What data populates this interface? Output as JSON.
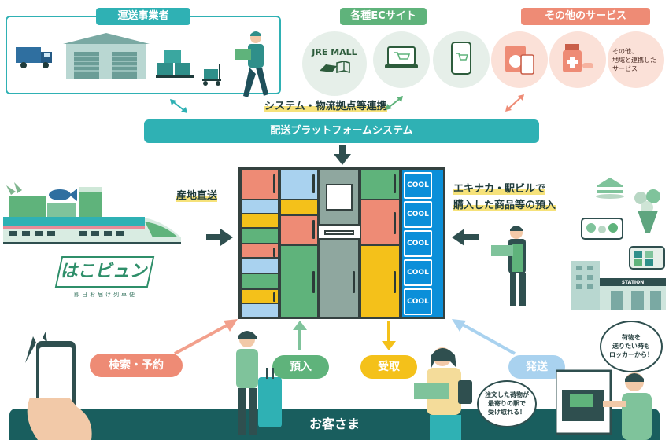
{
  "top": {
    "transport": {
      "title": "運送事業者"
    },
    "ec": {
      "title": "各種ECサイト",
      "jre_mall": "JRE MALL"
    },
    "other": {
      "title": "その他のサービス",
      "desc_line1": "その他、",
      "desc_line2": "地域と連携した",
      "desc_line3": "サービス"
    }
  },
  "linkage_label": "システム・物流拠点等連携",
  "platform": {
    "label": "配送プラットフォームシステム"
  },
  "left": {
    "direct_label": "産地直送",
    "hakobyun_logo": "はこビュン",
    "hakobyun_sub": "即日お届け列車便"
  },
  "right": {
    "ekinaka_line1": "エキナカ・駅ビルで",
    "ekinaka_line2": "購入した商品等の預入",
    "station_sign": "STATION"
  },
  "locker": {
    "cool_label": "COOL"
  },
  "actions": {
    "search": "検索・予約",
    "deposit": "預入",
    "receive": "受取",
    "send": "発送"
  },
  "bubbles": {
    "receive_line1": "注文した荷物が",
    "receive_line2": "最寄りの駅で",
    "receive_line3": "受け取れる！",
    "send_line1": "荷物を",
    "send_line2": "送りたい時も",
    "send_line3": "ロッカーから！"
  },
  "customer": {
    "label": "お客さま"
  },
  "colors": {
    "teal": "#2fb1b4",
    "teal_dark": "#195e5e",
    "green": "#5fb37b",
    "salmon": "#ee8b75",
    "blue_light": "#a9d2ef",
    "yellow": "#f4c11a",
    "cool_blue": "#0b8fd9"
  }
}
